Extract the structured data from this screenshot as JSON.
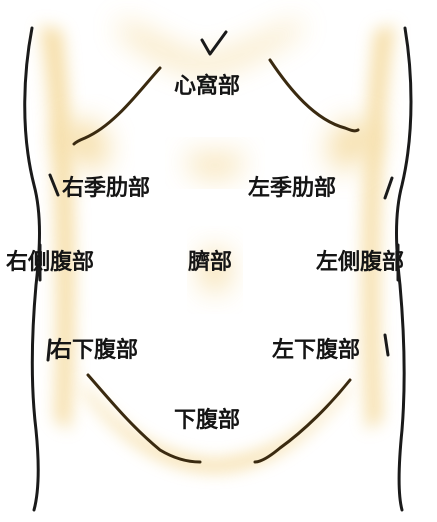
{
  "regions": {
    "epigastric": "心窩部",
    "right_hypochondriac": "右季肋部",
    "left_hypochondriac": "左季肋部",
    "right_lumbar": "右側腹部",
    "umbilical": "臍部",
    "left_lumbar": "左側腹部",
    "right_iliac": "右下腹部",
    "left_iliac": "左下腹部",
    "hypogastric": "下腹部"
  },
  "colors": {
    "outline": "#1a1a1a",
    "rib_line": "#3a2a10",
    "shading": "#f2d48a",
    "label": "#151515"
  }
}
